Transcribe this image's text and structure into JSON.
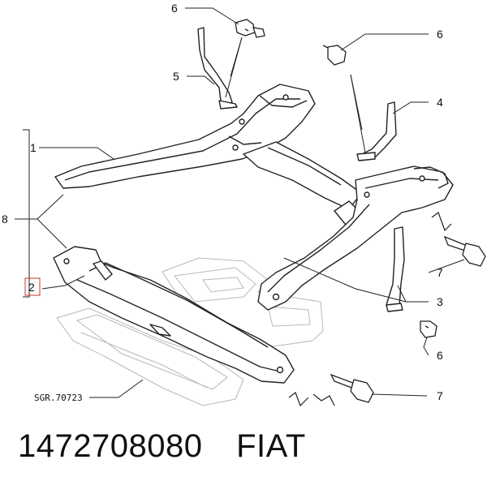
{
  "callouts": {
    "c1": "1",
    "c2": "2",
    "c3": "3",
    "c4": "4",
    "c5": "5",
    "c6_top": "6",
    "c6_upper": "6",
    "c6_lower": "6",
    "c7_upper": "7",
    "c7_lower": "7",
    "c8": "8"
  },
  "reference": "SGR.70723",
  "part_number": "1472708080",
  "brand": "FIAT",
  "colors": {
    "line": "#222222",
    "ghost": "#b8b8b8",
    "highlight": "#cc3333"
  }
}
